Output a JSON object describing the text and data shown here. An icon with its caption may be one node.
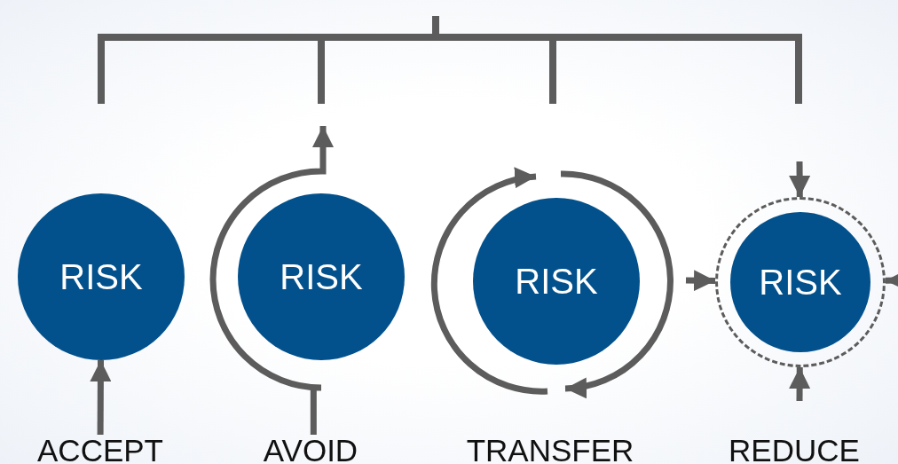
{
  "diagram": {
    "nodes": [
      {
        "text": [
          "RISK"
        ]
      },
      {
        "text": [
          "RISK"
        ]
      },
      {
        "text": [
          "RISK"
        ]
      },
      {
        "text": [],
        "shape": "circle"
      },
      {
        "text": [
          "RISK"
        ],
        "in": 3
      },
      {
        "text": [
          "ACCEPT"
        ]
      },
      {
        "text": [
          "AVOID"
        ]
      },
      {
        "text": [
          "TRANSFER"
        ]
      },
      {
        "text": [
          "REDUCE"
        ]
      }
    ],
    "edges": [
      {
        "from": 5,
        "to": 0,
        "arrow": "to"
      },
      {
        "from": 6,
        "to": null,
        "arrow": "to"
      },
      {
        "from": null,
        "to": 3,
        "arrow": "to"
      },
      {
        "from": null,
        "to": 3,
        "arrow": "to"
      },
      {
        "from": null,
        "to": 3,
        "arrow": "to"
      },
      {
        "from": null,
        "to": 3,
        "arrow": "to"
      }
    ]
  }
}
